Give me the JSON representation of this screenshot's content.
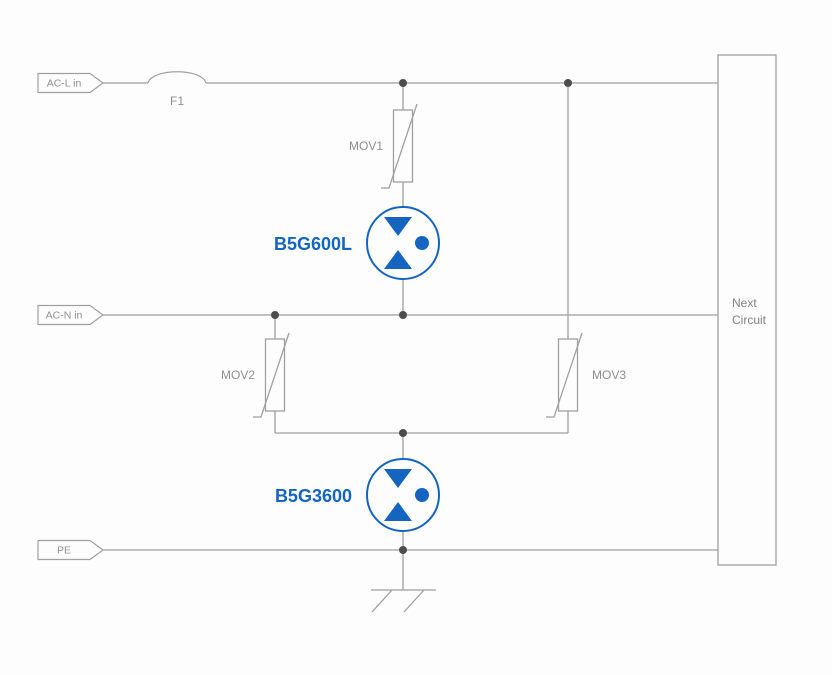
{
  "diagram": {
    "terminals": {
      "acl": "AC-L in",
      "acn": "AC-N in",
      "pe": "PE"
    },
    "fuse_label": "F1",
    "mov1": "MOV1",
    "mov2": "MOV2",
    "mov3": "MOV3",
    "gdt1": "B5G600L",
    "gdt2": "B5G3600",
    "next_circuit_line1": "Next",
    "next_circuit_line2": "Circuit",
    "colors": {
      "wire": "#a0a0a0",
      "label_text": "#8f8f8f",
      "accent_blue": "#1565c0",
      "junction_dot": "#4d4d4d",
      "background": "#fdfdfd"
    }
  }
}
